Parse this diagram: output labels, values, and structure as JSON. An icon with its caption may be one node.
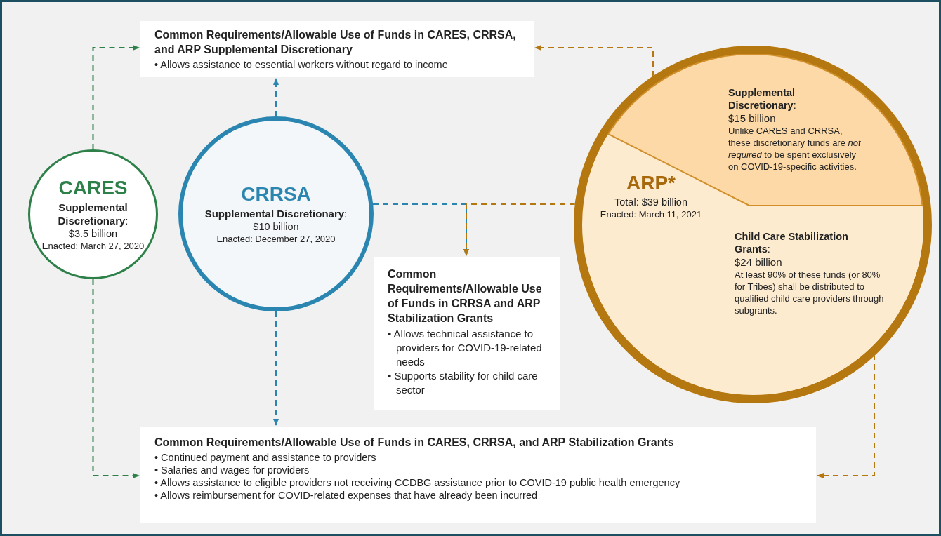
{
  "diagram": {
    "nodes": [
      {
        "text": [
          "Common Requirements/Allowable Use of Funds in CARES, CRRSA, and ARP Supplemental Discretionary",
          "• Allows assistance to essential workers without regard to income"
        ]
      },
      {
        "text": [
          "CARES",
          "**Supplemental Discretionary**:",
          "$3.5 billion",
          "Enacted: March 27, 2020"
        ]
      },
      {
        "text": [
          "CRRSA",
          "**Supplemental Discretionary**:",
          "$10 billion",
          "Enacted: December 27, 2020"
        ]
      },
      {
        "text": [
          "ARP*",
          "Total: $39 billion",
          "Enacted: March 11, 2021"
        ]
      },
      {
        "text": [
          "**Supplemental Discretionary**:",
          "$15 billion",
          "Unlike CARES and CRRSA, these discretionary funds are *not required* to be spent exclusively on COVID-19-specific activities."
        ],
        "in": 3
      },
      {
        "text": [
          "**Child Care Stabilization Grants**:",
          "$24 billion",
          "At least 90% of these funds (or 80% for Tribes) shall be distributed to qualified child care providers through subgrants."
        ],
        "in": 3
      },
      {
        "text": [
          "Common Requirements/Allowable Use of Funds in CRRSA and ARP Stabilization Grants",
          "• Allows technical assistance to providers for COVID-19-related needs",
          "• Supports stability for child care sector"
        ]
      },
      {
        "text": [
          "Common Requirements/Allowable Use of Funds in CARES, CRRSA, and ARP Stabilization Grants",
          "• Continued payment and assistance to providers",
          "• Salaries and wages for providers",
          "• Allows assistance to eligible providers not receiving CCDBG assistance prior to COVID-19 public health emergency",
          "• Allows reimbursement for COVID-related expenses that have already been incurred"
        ]
      }
    ],
    "edges": [
      {
        "from": 1,
        "to": 0,
        "arrow": "to",
        "style": "dashed",
        "color": "#2e8049"
      },
      {
        "from": 1,
        "to": 7,
        "arrow": "to",
        "style": "dashed",
        "color": "#2e8049"
      },
      {
        "from": 2,
        "to": 0,
        "arrow": "to",
        "style": "dashed",
        "color": "#2a86b0"
      },
      {
        "from": 2,
        "to": 7,
        "arrow": "to",
        "style": "dashed",
        "color": "#2a86b0"
      },
      {
        "from": 2,
        "to": 6,
        "arrow": "to",
        "style": "dashed",
        "color": "#2a86b0"
      },
      {
        "from": 3,
        "to": 6,
        "arrow": "to",
        "style": "dashed",
        "color": "#b5770f"
      },
      {
        "from": 4,
        "to": 0,
        "arrow": "to",
        "style": "dashed",
        "color": "#b5770f"
      },
      {
        "from": 5,
        "to": 7,
        "arrow": "to",
        "style": "dashed",
        "color": "#b5770f"
      }
    ]
  }
}
